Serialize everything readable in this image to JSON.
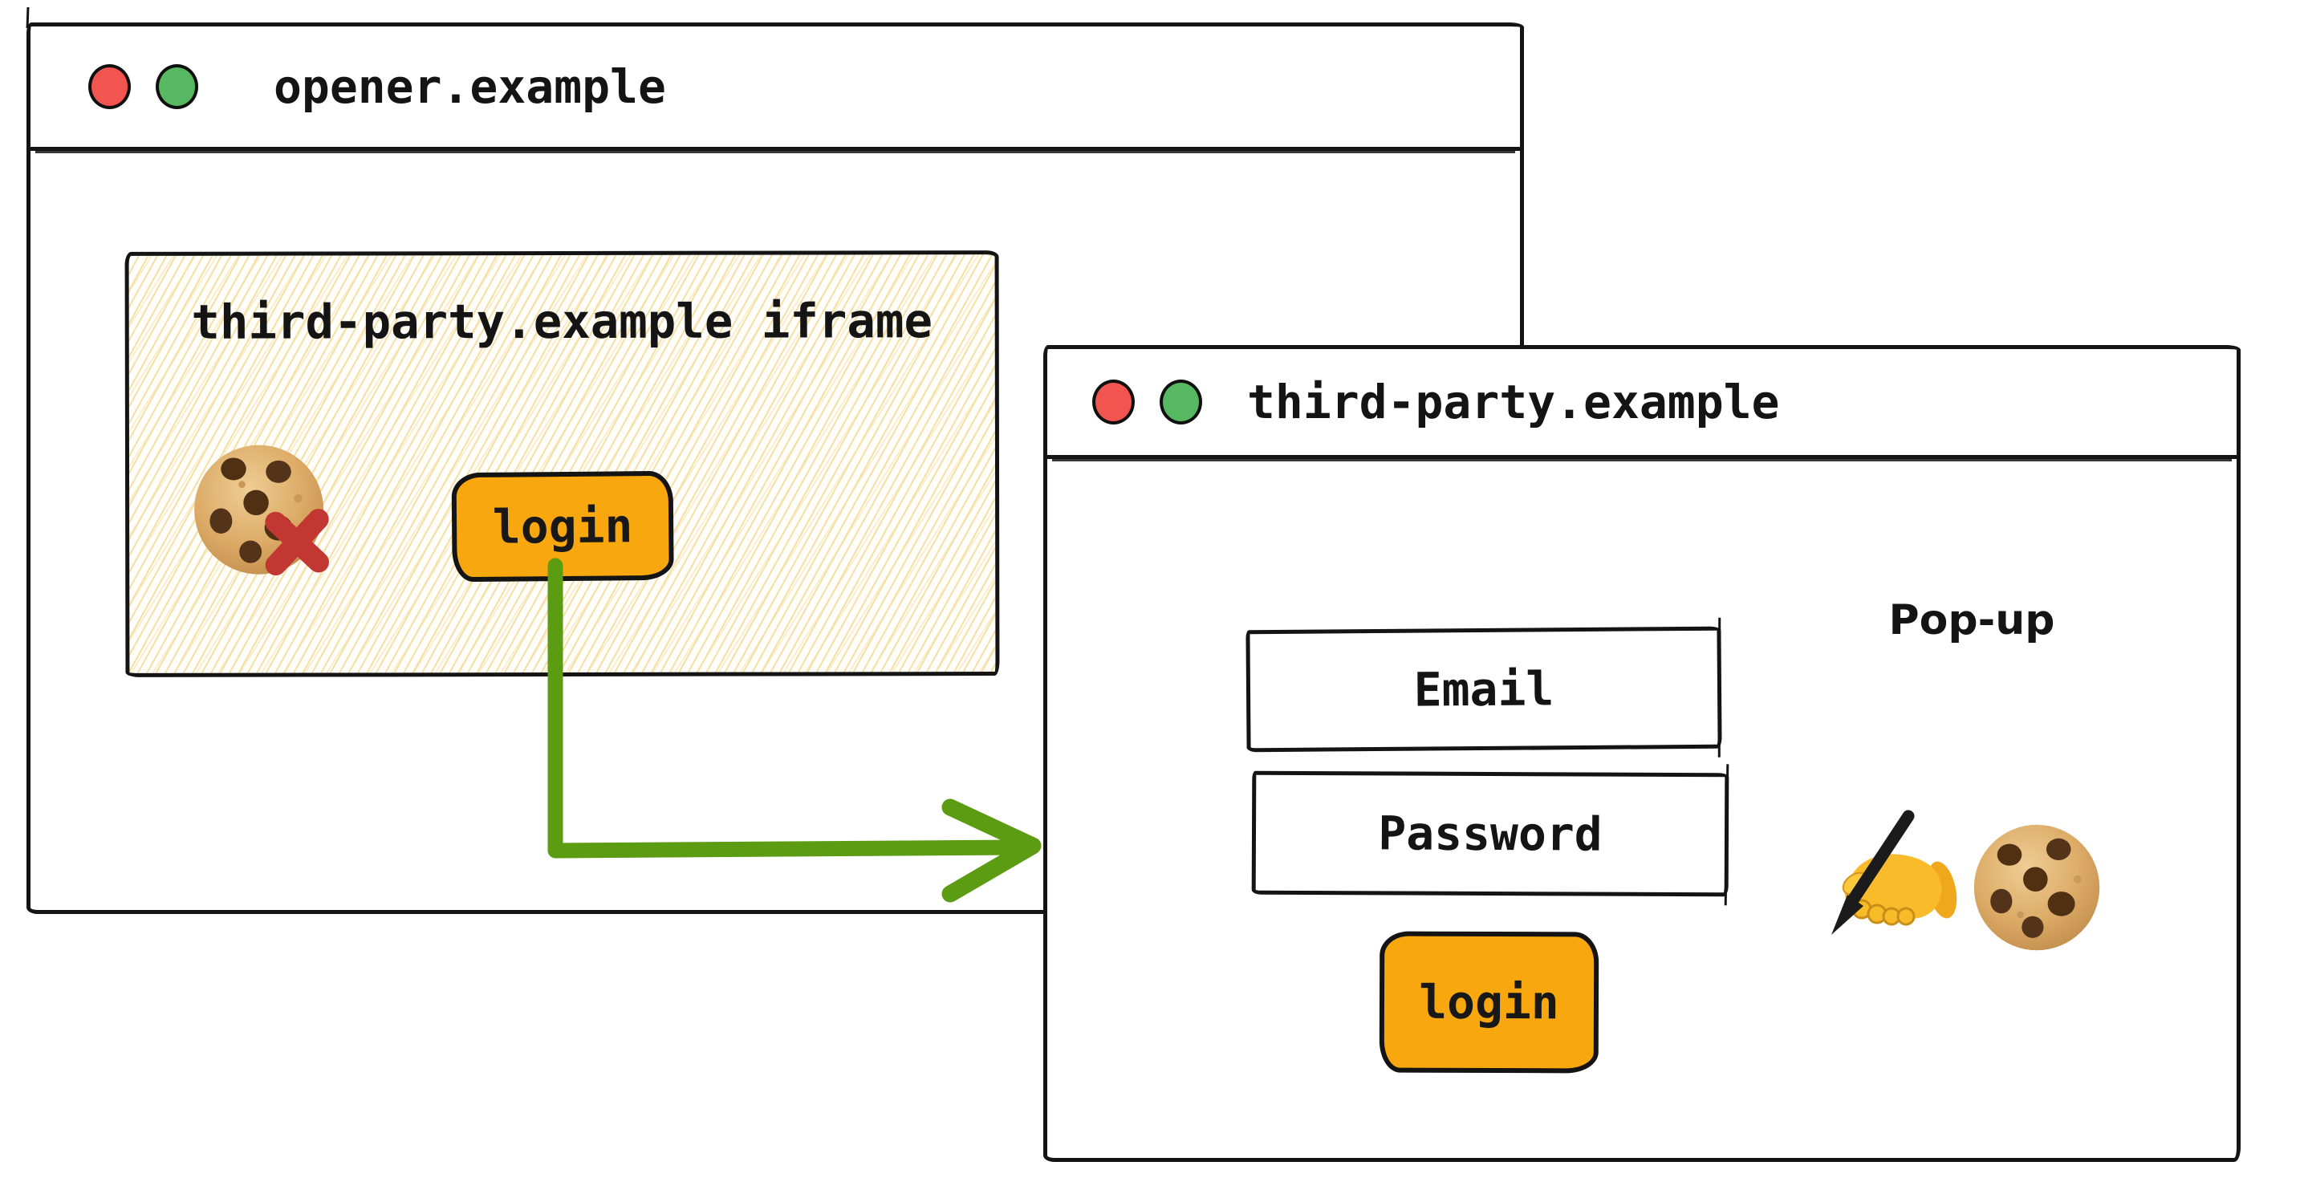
{
  "opener_window": {
    "title": "opener.example",
    "iframe": {
      "label": "third-party.example iframe",
      "login_button": "login"
    }
  },
  "popup_window": {
    "title": "third-party.example",
    "popup_label": "Pop-up",
    "email_placeholder": "Email",
    "password_placeholder": "Password",
    "login_button": "login"
  },
  "icons": {
    "blocked_cookie": "chocolate-chip-cookie-with-red-cross",
    "writing_hand": "writing-hand-with-pen",
    "popup_cookie": "chocolate-chip-cookie",
    "window_dots": [
      "red-dot",
      "green-dot"
    ]
  },
  "colors": {
    "ink": "#141414",
    "button_orange": "#F8A70F",
    "arrow_green": "#5B9C13",
    "cross_red": "#C23732",
    "dot_red": "#F2544F",
    "dot_green": "#56B961",
    "hatch_yellow": "#F6DFA4"
  }
}
